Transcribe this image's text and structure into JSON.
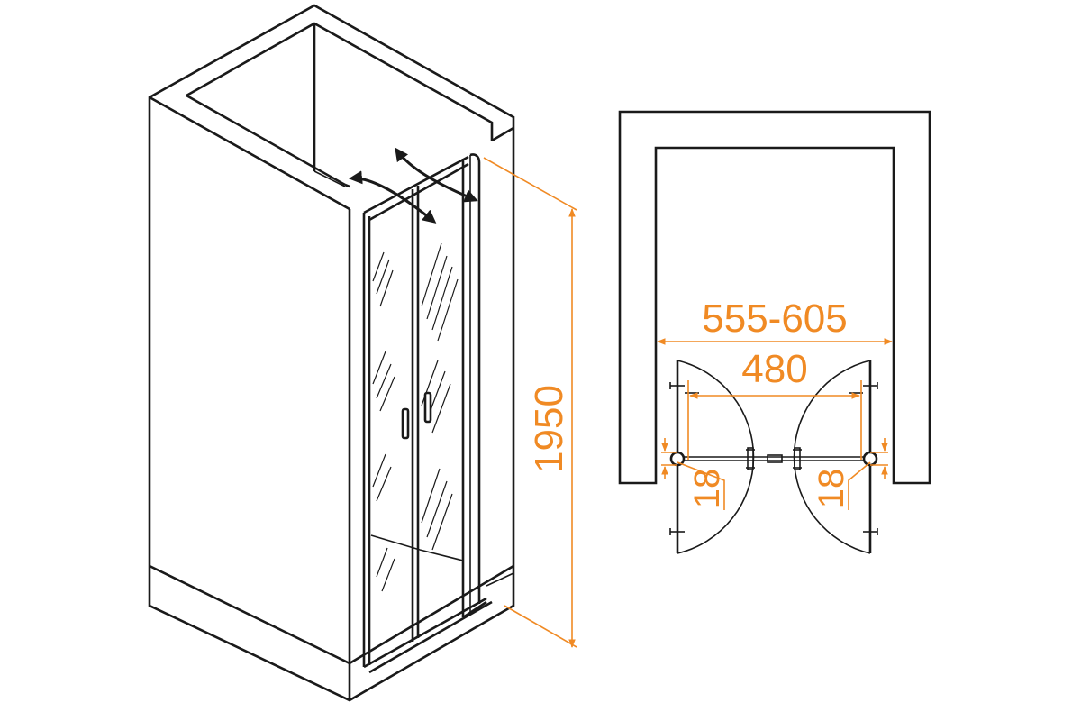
{
  "colors": {
    "accent": "#f08a24",
    "line": "#1a1a1a"
  },
  "dimensions": {
    "height": "1950",
    "width_range": "555-605",
    "opening": "480",
    "left_offset": "18",
    "right_offset": "18"
  },
  "icons": [
    "swing-arrows-icon",
    "door-handle-icon"
  ]
}
